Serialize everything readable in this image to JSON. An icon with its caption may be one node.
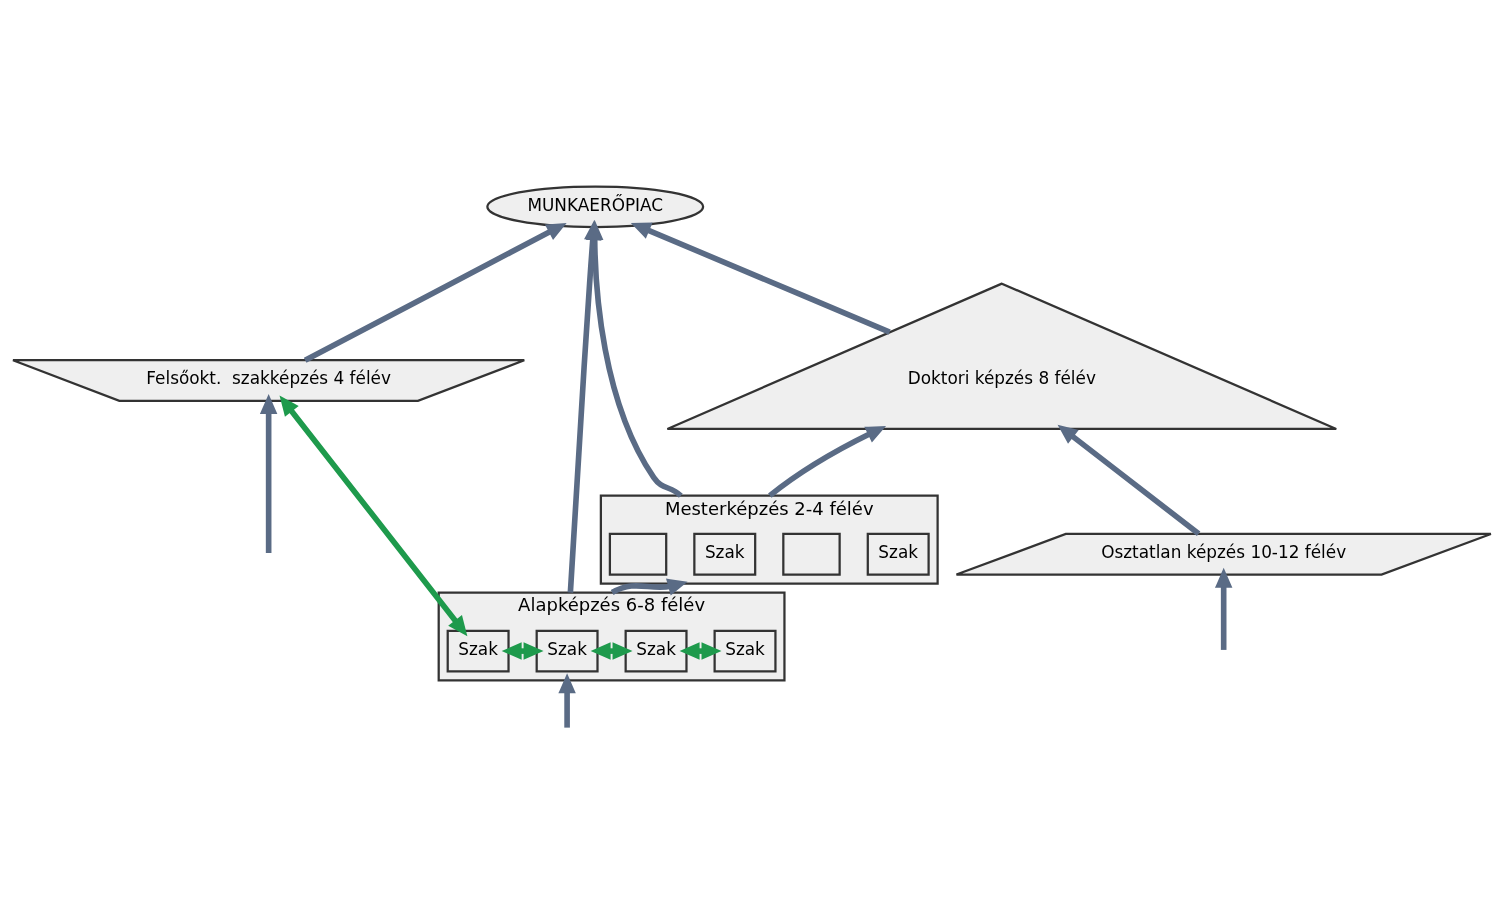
{
  "diagram": {
    "nodes": [
      {
        "text": [
          "Doktori képzés 8 félév"
        ]
      },
      {
        "text": [
          "MUNKAERŐPIAC"
        ]
      },
      {
        "text": [
          "Osztatlan képzés 10-12 félév"
        ]
      },
      {
        "text": [
          "Mesterképzés 2-4 félév"
        ]
      },
      {
        "text": [
          "Szak"
        ],
        "in": 3
      },
      {
        "text": [],
        "shape": "box",
        "in": 3
      },
      {
        "text": [
          "Szak"
        ],
        "in": 3
      },
      {
        "text": [],
        "shape": "box",
        "in": 3
      },
      {
        "text": [
          "Alapképzés 6-8 félév"
        ]
      },
      {
        "text": [
          "Szak"
        ],
        "in": 8
      },
      {
        "text": [
          "Szak"
        ],
        "in": 8
      },
      {
        "text": [
          "Szak"
        ],
        "in": 8
      },
      {
        "text": [
          "Szak"
        ],
        "in": 8
      },
      {
        "text": [
          "Felsőokt.  szakképzés 4 félév"
        ]
      }
    ],
    "edges": [
      {
        "from": 0,
        "to": 1,
        "arrow": "to"
      },
      {
        "from": 2,
        "to": 0,
        "arrow": "to"
      },
      {
        "from": 3,
        "to": 0,
        "arrow": "to"
      },
      {
        "from": 3,
        "to": 1,
        "arrow": "to"
      },
      {
        "from": 8,
        "to": 3,
        "arrow": "to"
      },
      {
        "from": 8,
        "to": 1,
        "arrow": "to"
      },
      {
        "from": 13,
        "to": 1,
        "arrow": "to"
      },
      {
        "from": 9,
        "to": 10,
        "arrow": "both",
        "color": "#1e9a4c"
      },
      {
        "from": 10,
        "to": 11,
        "arrow": "both",
        "color": "#1e9a4c"
      },
      {
        "from": 11,
        "to": 12,
        "arrow": "both",
        "color": "#1e9a4c"
      },
      {
        "from": 12,
        "to": 13,
        "arrow": "both",
        "color": "#1e9a4c"
      },
      {
        "from": null,
        "to": 2,
        "arrow": "to"
      },
      {
        "from": null,
        "to": 8,
        "arrow": "to"
      },
      {
        "from": null,
        "to": 13,
        "arrow": "to"
      }
    ]
  }
}
